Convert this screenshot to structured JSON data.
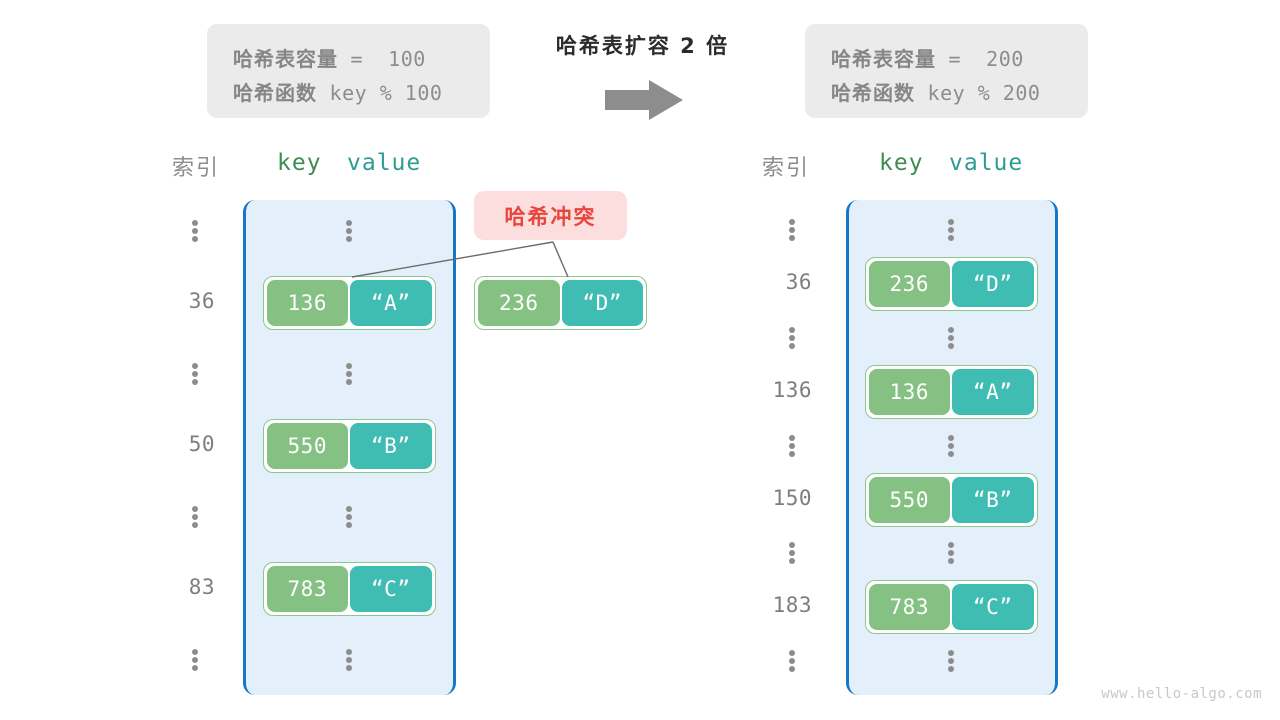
{
  "watermark": "www.hello-algo.com",
  "center": {
    "title": "哈希表扩容 2 倍",
    "arrow_icon": "right-arrow-icon"
  },
  "info_boxes": {
    "left": {
      "capacity_label": "哈希表容量",
      "capacity_value": " =  100",
      "function_label": "哈希函数",
      "function_value": " key % 100"
    },
    "right": {
      "capacity_label": "哈希表容量",
      "capacity_value": " =  200",
      "function_label": "哈希函数",
      "function_value": " key % 200"
    }
  },
  "headers": {
    "index": "索引",
    "key": "key",
    "value": "value"
  },
  "collision_badge": {
    "label": "哈希冲突"
  },
  "left_table": {
    "rows": [
      {
        "index": "",
        "ellipsis": true
      },
      {
        "index": "36",
        "key": "136",
        "value": "“A”"
      },
      {
        "index": "",
        "ellipsis": true
      },
      {
        "index": "50",
        "key": "550",
        "value": "“B”"
      },
      {
        "index": "",
        "ellipsis": true
      },
      {
        "index": "83",
        "key": "783",
        "value": "“C”"
      },
      {
        "index": "",
        "ellipsis": true
      }
    ]
  },
  "right_table": {
    "rows": [
      {
        "index": "",
        "ellipsis": true
      },
      {
        "index": "36",
        "key": "236",
        "value": "“D”"
      },
      {
        "index": "",
        "ellipsis": true
      },
      {
        "index": "136",
        "key": "136",
        "value": "“A”"
      },
      {
        "index": "",
        "ellipsis": true
      },
      {
        "index": "150",
        "key": "550",
        "value": "“B”"
      },
      {
        "index": "",
        "ellipsis": true
      },
      {
        "index": "183",
        "key": "783",
        "value": "“C”"
      },
      {
        "index": "",
        "ellipsis": true
      }
    ]
  },
  "overflow_pair": {
    "key": "236",
    "value": "“D”"
  },
  "colors": {
    "key_fill": "#85c182",
    "value_fill": "#3fbdb2",
    "bucket_fill": "#e3f0fb",
    "bucket_border": "#1876c8",
    "badge_fill": "#fbdedd",
    "badge_text": "#e8453c",
    "info_fill": "#ebebeb",
    "muted_text": "#8d8d8d"
  }
}
